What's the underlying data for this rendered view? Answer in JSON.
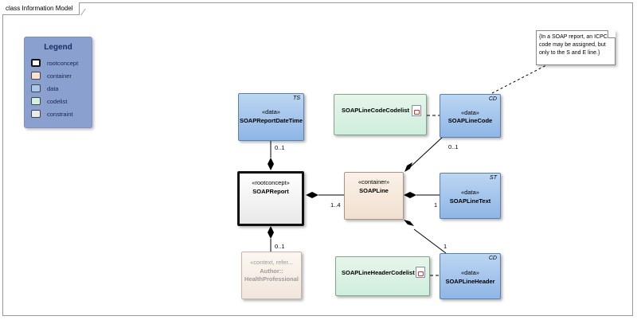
{
  "frame": {
    "title": "class Information Model"
  },
  "legend": {
    "title": "Legend",
    "items": [
      {
        "label": "rootconcept",
        "color": "#ffffff"
      },
      {
        "label": "container",
        "color": "#f6e2d2"
      },
      {
        "label": "data",
        "color": "#a8c8ee"
      },
      {
        "label": "codelist",
        "color": "#d4f0df"
      },
      {
        "label": "constraint",
        "color": "#eaeaf2"
      }
    ]
  },
  "classes": {
    "report_date_time": {
      "stereotype": "«data»",
      "name": "SOAPReportDateTime",
      "tag": "TS"
    },
    "report": {
      "stereotype": "«rootconcept»",
      "name": "SOAPReport"
    },
    "line": {
      "stereotype": "«container»",
      "name": "SOAPLine"
    },
    "line_code": {
      "stereotype": "«data»",
      "name": "SOAPLineCode",
      "tag": "CD"
    },
    "line_text": {
      "stereotype": "«data»",
      "name": "SOAPLineText",
      "tag": "ST"
    },
    "line_header": {
      "stereotype": "«data»",
      "name": "SOAPLineHeader",
      "tag": "CD"
    },
    "line_code_codelist": {
      "name": "SOAPLineCodeCodelist"
    },
    "line_header_codelist": {
      "name": "SOAPLineHeaderCodelist"
    },
    "author": {
      "stereotype": "«context, refer...",
      "name_line1": "Author::",
      "name_line2": "HealthProfessional"
    }
  },
  "multiplicities": {
    "report_date_time": "0..1",
    "author": "0..1",
    "line": "1..4",
    "line_code": "0..1",
    "line_text": "1",
    "line_header": "1"
  },
  "note": {
    "text": "{In a SOAP report, an ICPC code may be assigned, but only to the S and E line.}"
  }
}
